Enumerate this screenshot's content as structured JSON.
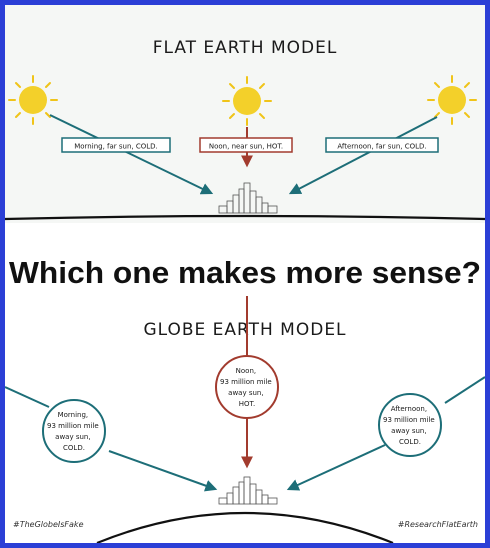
{
  "flat_model": {
    "title": "FLAT EARTH MODEL",
    "labels": {
      "morning": "Morning, far sun, COLD.",
      "noon": "Noon, near sun, HOT.",
      "afternoon": "Afternoon, far sun, COLD."
    },
    "colors": {
      "teal": "#1d6e78",
      "red": "#a23b2e",
      "sun": "#f3d02a"
    }
  },
  "banner": {
    "question": "Which one makes more sense?"
  },
  "globe_model": {
    "title": "GLOBE EARTH MODEL",
    "labels": {
      "noon": [
        "Noon,",
        "93 million mile",
        "away sun,",
        "HOT."
      ],
      "morning": [
        "Morning,",
        "93 million mile",
        "away sun,",
        "COLD."
      ],
      "afternoon": [
        "Afternoon,",
        "93 million mile",
        "away sun,",
        "COLD."
      ]
    }
  },
  "footer": {
    "left_hashtag": "#TheGlobeIsFake",
    "right_hashtag": "#ResearchFlatEarth"
  }
}
